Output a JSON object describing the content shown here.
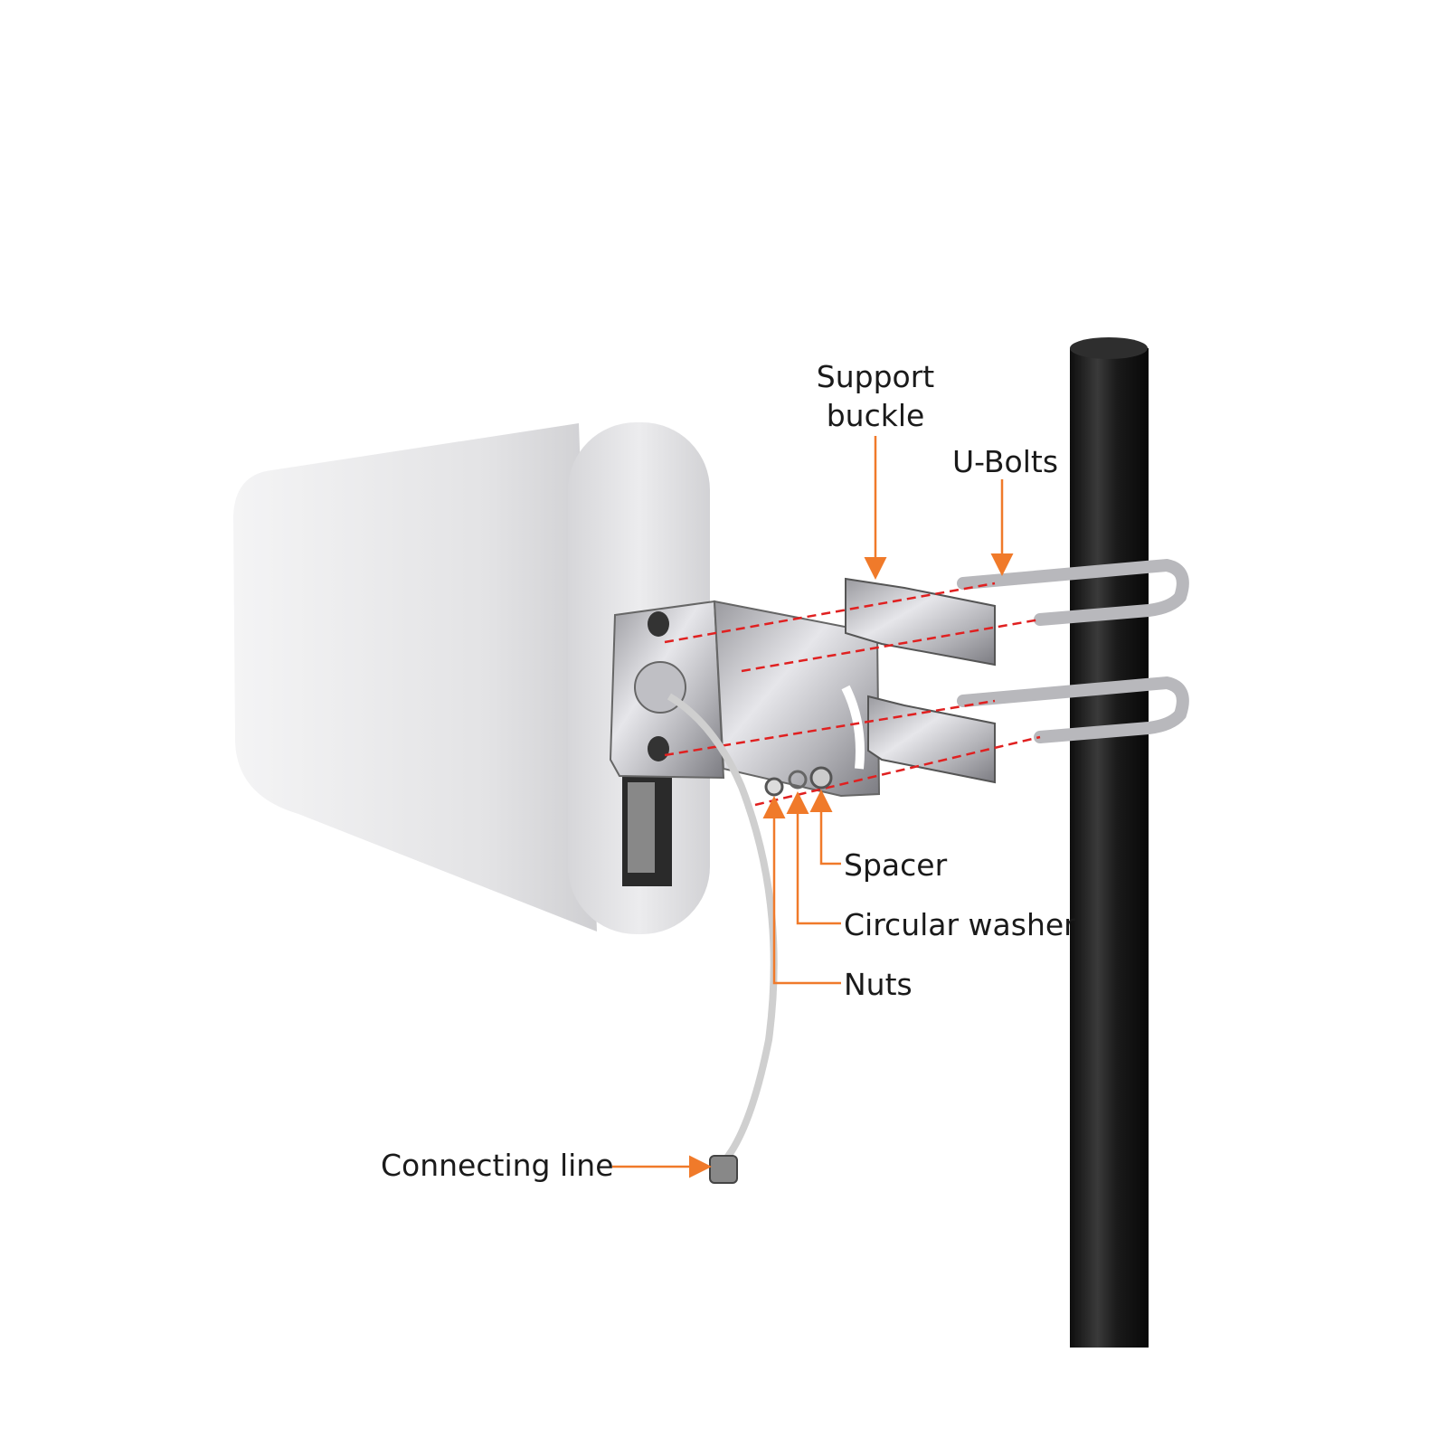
{
  "labels": {
    "support_buckle_line1": "Support",
    "support_buckle_line2": "buckle",
    "u_bolts": "U-Bolts",
    "spacer": "Spacer",
    "circular_washer": "Circular washer",
    "nuts": "Nuts",
    "connecting_line": "Connecting line"
  },
  "colors": {
    "callout": "#f07a2a",
    "alignment_dash": "#e02020",
    "pole": "#1c1c1c",
    "antenna_body": "#e8e8ea"
  }
}
